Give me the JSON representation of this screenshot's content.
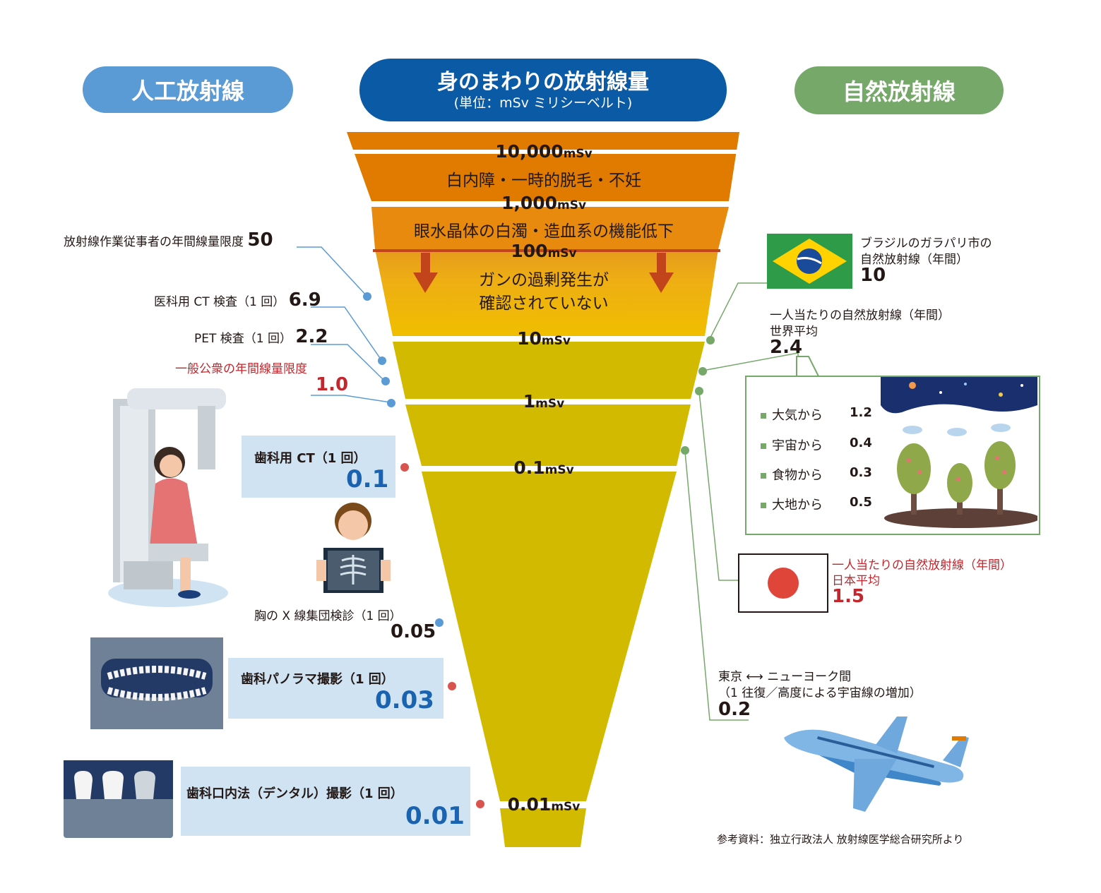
{
  "headers": {
    "artificial": "人工放射線",
    "center_title": "身のまわりの放射線量",
    "center_unit": "(単位：mSv ミリシーベルト)",
    "natural": "自然放射線"
  },
  "tiers": [
    {
      "num": "10,000",
      "unit": "mSv"
    },
    {
      "num": "1,000",
      "unit": "mSv"
    },
    {
      "num": "100",
      "unit": "mSv"
    },
    {
      "num": "10",
      "unit": "mSv"
    },
    {
      "num": "1",
      "unit": "mSv"
    },
    {
      "num": "0.1",
      "unit": "mSv"
    },
    {
      "num": "0.01",
      "unit": "mSv"
    }
  ],
  "effects": {
    "e1": "白内障・一時的脱毛・不妊",
    "e2": "眼水晶体の白濁・造血系の機能低下",
    "e3_line1": "ガンの過剰発生が",
    "e3_line2": "確認されていない"
  },
  "left": {
    "worker_label": "放射線作業従事者の年間線量限度",
    "worker_value": "50",
    "ct_label": "医科用 CT 検査（1 回）",
    "ct_value": "6.9",
    "pet_label": "PET 検査（1 回）",
    "pet_value": "2.2",
    "public_label": "一般公衆の年間線量限度",
    "public_value": "1.0",
    "dental_ct_label": "歯科用 CT（1 回）",
    "dental_ct_value": "0.1",
    "chest_label": "胸の X 線集団検診（1 回）",
    "chest_value": "0.05",
    "panorama_label": "歯科パノラマ撮影（1 回）",
    "panorama_value": "0.03",
    "dental_label": "歯科口内法（デンタル）撮影（1 回）",
    "dental_value": "0.01"
  },
  "right": {
    "brazil_line1": "ブラジルのガラパリ市の",
    "brazil_line2": "自然放射線（年間）",
    "brazil_value": "10",
    "world_line1": "一人当たりの自然放射線（年間）",
    "world_line2": "世界平均",
    "world_value": "2.4",
    "breakdown": [
      {
        "label": "大気から",
        "value": "1.2"
      },
      {
        "label": "宇宙から",
        "value": "0.4"
      },
      {
        "label": "食物から",
        "value": "0.3"
      },
      {
        "label": "大地から",
        "value": "0.5"
      }
    ],
    "japan_line1": "一人当たりの自然放射線（年間）",
    "japan_line2": "日本平均",
    "japan_value": "1.5",
    "flight_from": "東京",
    "flight_to": "ニューヨーク間",
    "flight_line2": "（1 往復／高度による宇宙線の増加）",
    "flight_value": "0.2",
    "credit": "参考資料：独立行政法人 放射線医学総合研究所より"
  },
  "colors": {
    "artificial": "#5b9bd5",
    "natural": "#76a86a",
    "center": "#0a5aa6",
    "orange": "#e07b00",
    "amber": "#f0b400",
    "olive": "#d2ba00",
    "arrow": "#c2441a",
    "alert_red": "#c1272d"
  },
  "icons": {
    "dental_ct": "dental-ct-scanner-icon",
    "chest": "chest-xray-person-icon",
    "panorama": "panoramic-xray-icon",
    "dental": "dental-xray-icon",
    "brazil": "brazil-flag-icon",
    "japan": "japan-flag-icon",
    "landscape": "landscape-sky-trees-icon",
    "airplane": "airplane-icon"
  }
}
